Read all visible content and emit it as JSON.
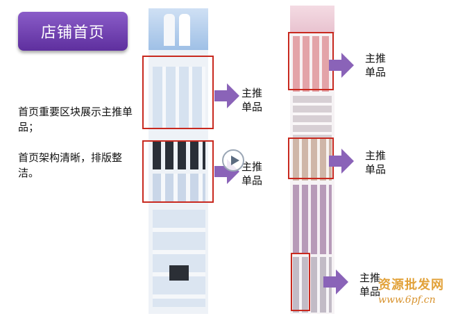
{
  "title": "店铺首页",
  "description": {
    "line1": "首页重要区块展示主推单品；",
    "line2": "首页架构清晰，排版整洁。"
  },
  "labels": {
    "main_product": "主推单品"
  },
  "icons": {
    "arrow": "arrow-right-icon",
    "play": "play-icon"
  },
  "colors": {
    "title_bg": "#6b3fb0",
    "highlight_box": "#c8281e",
    "arrow": "#8a63b8"
  },
  "watermark": {
    "cn": "资源批发网",
    "url": "www.6pf.cn"
  }
}
